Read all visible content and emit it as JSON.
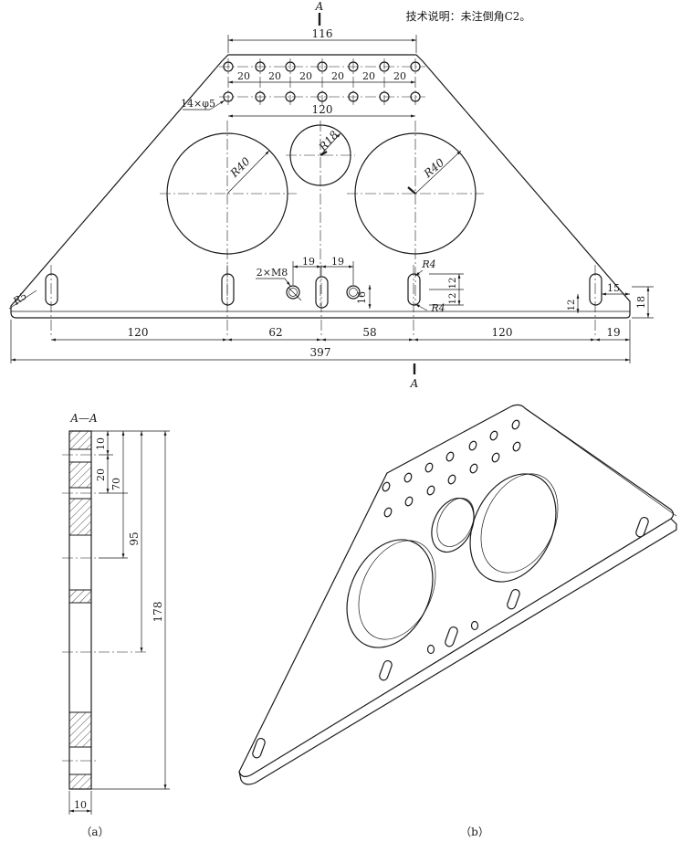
{
  "technical_note": "技术说明：未注倒角C2。",
  "section": {
    "label_top": "A",
    "label_bottom": "A",
    "view_title": "A—A"
  },
  "front_view": {
    "dims_top": {
      "d116": "116",
      "d120": "120",
      "spacing": [
        "20",
        "20",
        "20",
        "20",
        "20",
        "20"
      ],
      "holes": "14×φ5"
    },
    "radii": {
      "big_left": "R40",
      "big_right": "R40",
      "small": "R18",
      "corner": "R5",
      "slot_top": "R4",
      "slot_bottom": "R4"
    },
    "mid": {
      "thread": "2×M8",
      "d19a": "19",
      "d19b": "19",
      "d16": "16",
      "d12a": "12",
      "d12b": "12",
      "d12c": "12",
      "d15": "15",
      "d18": "18"
    },
    "bottom": {
      "d120_left": "120",
      "d62": "62",
      "d58": "58",
      "d120_right": "120",
      "d19": "19",
      "d397": "397"
    }
  },
  "section_view": {
    "d10_top": "10",
    "d20": "20",
    "d70": "70",
    "d95": "95",
    "d178": "178",
    "d10_thick": "10"
  },
  "captions": {
    "a": "（a）",
    "b": "（b）"
  }
}
